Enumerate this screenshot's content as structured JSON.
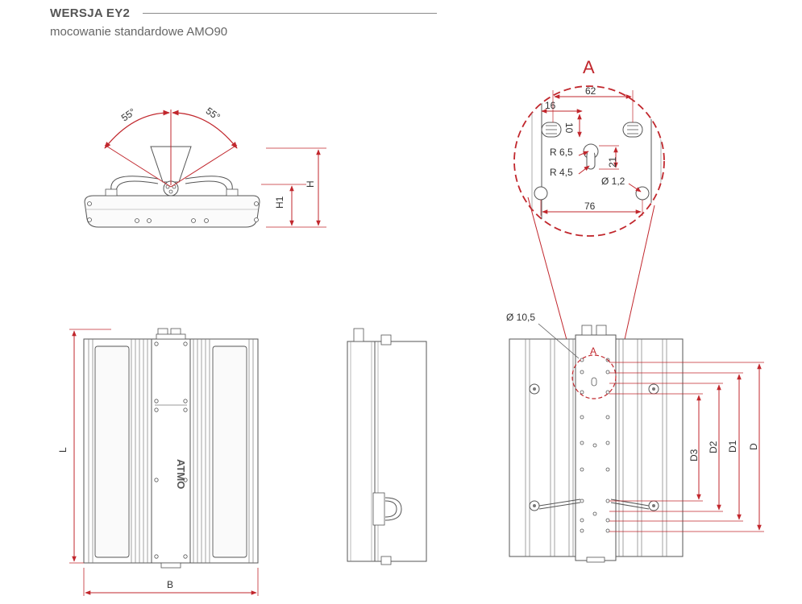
{
  "header": {
    "title": "WERSJA EY2",
    "subtitle": "mocowanie standardowe AMO90"
  },
  "drawing": {
    "colors": {
      "dimension": "#c1272d",
      "outline": "#555555",
      "detail_circle": "#c1272d"
    },
    "side_view": {
      "angle_left": "55°",
      "angle_right": "55°",
      "dim_h": "H",
      "dim_h1": "H1"
    },
    "front_view": {
      "dim_l": "L",
      "dim_b": "B",
      "brand": "ATMO"
    },
    "detail_a": {
      "label": "A",
      "dim_62": "62",
      "dim_16": "16",
      "dim_10": "10",
      "dim_21": "21",
      "r_65": "R 6,5",
      "r_45": "R 4,5",
      "d_12": "Ø 1,2",
      "dim_76": "76"
    },
    "rear_view": {
      "hole_label": "Ø 10,5",
      "detail_marker": "A",
      "dim_d": "D",
      "dim_d1": "D1",
      "dim_d2": "D2",
      "dim_d3": "D3"
    }
  }
}
